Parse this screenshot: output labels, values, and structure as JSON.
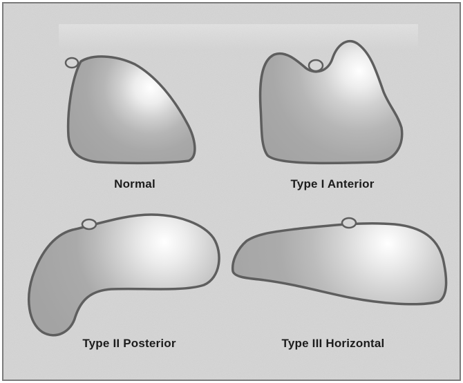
{
  "figure": {
    "panels": [
      {
        "id": "normal",
        "caption": "Normal"
      },
      {
        "id": "type1",
        "caption": "Type I Anterior"
      },
      {
        "id": "type2",
        "caption": "Type II Posterior"
      },
      {
        "id": "type3",
        "caption": "Type III Horizontal"
      }
    ]
  },
  "colors": {
    "background": "#d6d6d6",
    "outline": "#5e5e5e",
    "shape_dark": "#a6a6a6",
    "shape_light": "#ffffff",
    "caption": "#1c1c1c"
  }
}
